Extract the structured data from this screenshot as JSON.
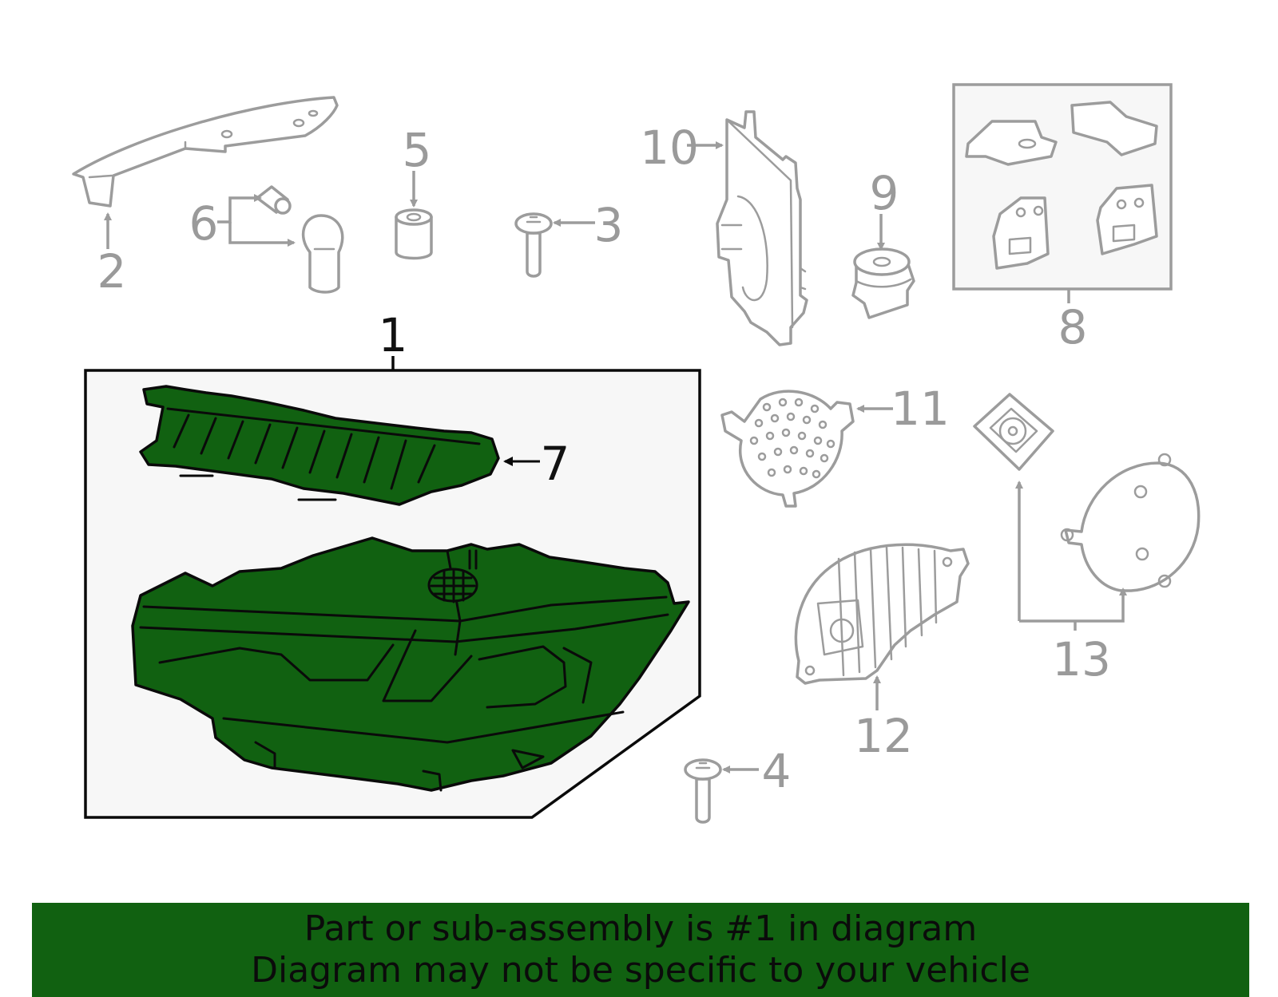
{
  "colors": {
    "highlight": "#116111",
    "line_gray": "#9c9c9c",
    "label_gray": "#9a9a9a",
    "panel_bg": "#f7f7f7",
    "text_dark": "#0b0b0b"
  },
  "callouts": {
    "p1": "1",
    "p2": "2",
    "p3": "3",
    "p4": "4",
    "p5": "5",
    "p6": "6",
    "p7": "7",
    "p8": "8",
    "p9": "9",
    "p10": "10",
    "p11": "11",
    "p12": "12",
    "p13": "13"
  },
  "banner": {
    "line1": "Part or sub-assembly is #1 in diagram",
    "line2": "Diagram may not be specific to your vehicle"
  }
}
